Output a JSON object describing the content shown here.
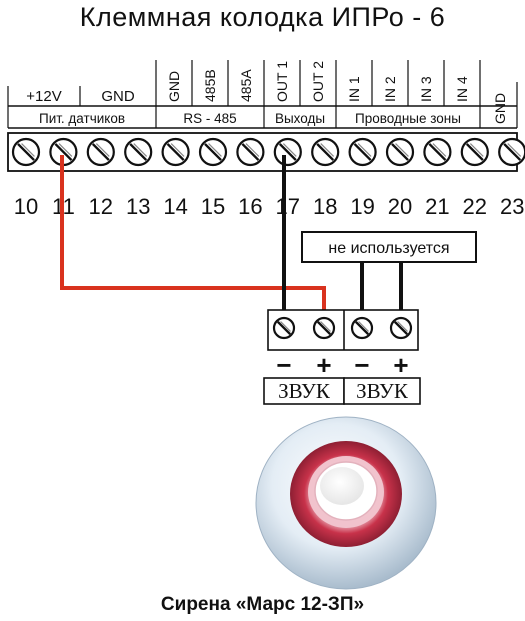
{
  "title": "Клеммная колодка ИПРо - 6",
  "caption": "Сирена «Марс 12-ЗП»",
  "terminal_block": {
    "signals": [
      "+12V",
      "GND",
      "GND",
      "485B",
      "485A",
      "OUT 1",
      "OUT 2",
      "IN 1",
      "IN 2",
      "IN 3",
      "IN 4",
      "GND"
    ],
    "groups": [
      "Пит. датчиков",
      "RS - 485",
      "Выходы",
      "Проводные зоны"
    ],
    "numbers": [
      "10",
      "11",
      "12",
      "13",
      "14",
      "15",
      "16",
      "17",
      "18",
      "19",
      "20",
      "21",
      "22",
      "23"
    ]
  },
  "unused_label": "не используется",
  "siren": {
    "polarity": [
      "−",
      "+",
      "−",
      "+"
    ],
    "sound_labels": [
      "ЗВУК",
      "ЗВУК"
    ]
  },
  "colors": {
    "red_wire": "#d9321e",
    "black_wire": "#111111",
    "siren_ring": "#c8324a",
    "siren_body": "#dfe9f2"
  }
}
